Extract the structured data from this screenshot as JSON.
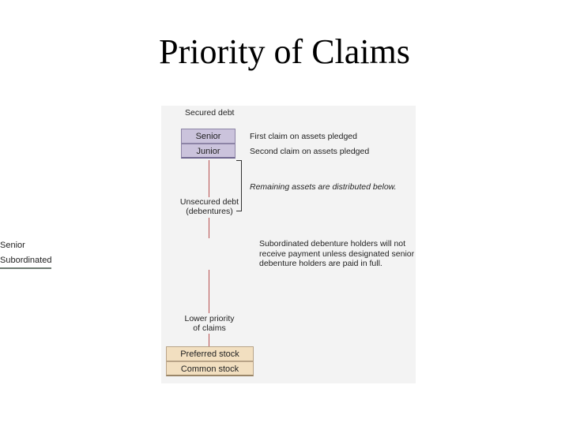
{
  "title": "Priority of Claims",
  "diagram": {
    "secured_debt_label": "Secured debt",
    "secured_senior": "Senior",
    "secured_junior": "Junior",
    "senior_note": "First claim on assets pledged",
    "junior_note": "Second claim on assets pledged",
    "remaining_note": "Remaining assets are distributed below.",
    "unsecured_label_1": "Unsecured debt",
    "unsecured_label_2": "(debentures)",
    "unsecured_senior": "Senior",
    "unsecured_subordinated": "Subordinated",
    "subordinated_note_1": "Subordinated debenture holders will not",
    "subordinated_note_2": "receive payment unless designated senior",
    "subordinated_note_3": "debenture holders are paid in full.",
    "lower_priority_1": "Lower priority",
    "lower_priority_2": "of claims",
    "preferred_stock": "Preferred stock",
    "common_stock": "Common stock",
    "colors": {
      "secured_box": "#cbc3dc",
      "unsecured_box": "#b8c4bc",
      "equity_box": "#f2dfc0",
      "connector": "#b75050"
    }
  }
}
